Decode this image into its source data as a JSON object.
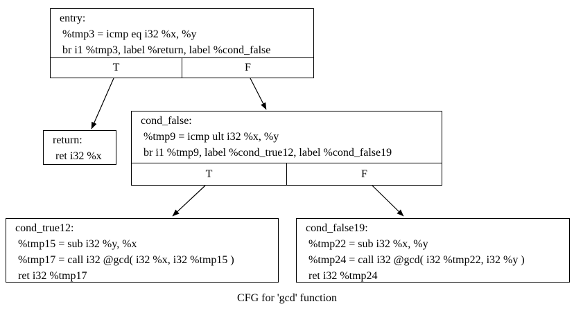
{
  "caption": "CFG for 'gcd' function",
  "colors": {
    "background": "#ffffff",
    "border": "#000000",
    "text": "#000000",
    "edge": "#000000"
  },
  "nodes": [
    {
      "id": "entry",
      "lines": [
        "entry:",
        " %tmp3 = icmp eq i32 %x, %y",
        " br i1 %tmp3, label %return, label %cond_false"
      ],
      "branches": [
        "T",
        "F"
      ]
    },
    {
      "id": "return",
      "lines": [
        "return:",
        " ret i32 %x"
      ]
    },
    {
      "id": "cond_false",
      "lines": [
        "cond_false:",
        " %tmp9 = icmp ult i32 %x, %y",
        " br i1 %tmp9, label %cond_true12, label %cond_false19"
      ],
      "branches": [
        "T",
        "F"
      ]
    },
    {
      "id": "cond_true12",
      "lines": [
        "cond_true12:",
        " %tmp15 = sub i32 %y, %x",
        " %tmp17 = call i32 @gcd( i32 %x, i32 %tmp15 )",
        " ret i32 %tmp17"
      ]
    },
    {
      "id": "cond_false19",
      "lines": [
        "cond_false19:",
        " %tmp22 = sub i32 %x, %y",
        " %tmp24 = call i32 @gcd( i32 %tmp22, i32 %y )",
        " ret i32 %tmp24"
      ]
    }
  ],
  "edges": [
    {
      "from": "entry",
      "branch": "T",
      "to": "return"
    },
    {
      "from": "entry",
      "branch": "F",
      "to": "cond_false"
    },
    {
      "from": "cond_false",
      "branch": "T",
      "to": "cond_true12"
    },
    {
      "from": "cond_false",
      "branch": "F",
      "to": "cond_false19"
    }
  ]
}
